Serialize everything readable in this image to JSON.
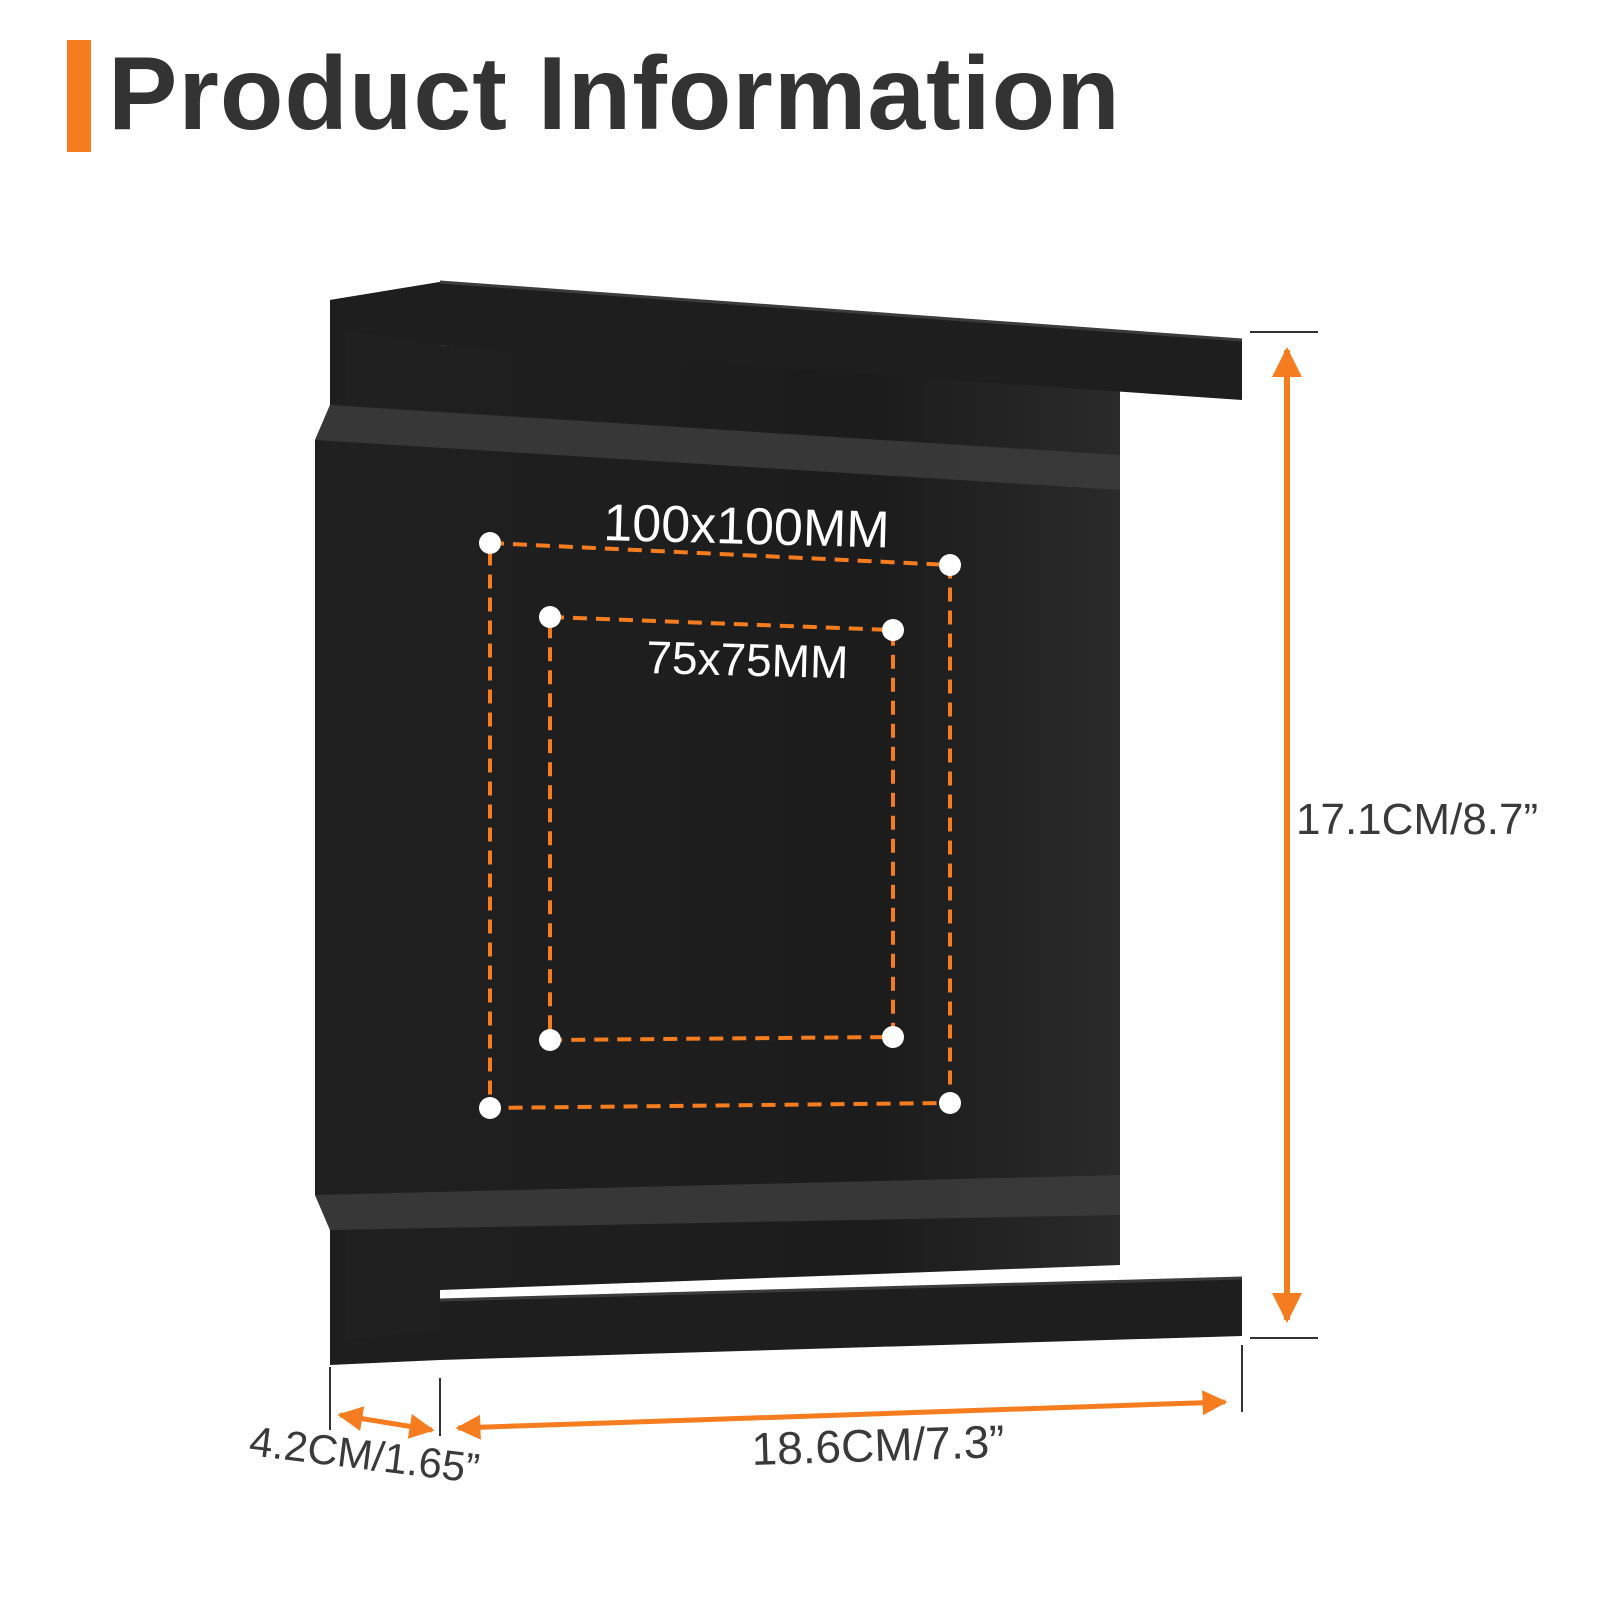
{
  "header": {
    "title": "Product Information",
    "accent_color": "#F57C1F"
  },
  "product": {
    "body_color": "#1E1E1E",
    "edge_color": "#3C3C3C"
  },
  "vesa": {
    "large_label": "100x100MM",
    "small_label": "75x75MM",
    "guide_color": "#F57C1F",
    "hole_color": "#FFFFFF"
  },
  "dimensions": {
    "height_label": "17.1CM/8.7”",
    "width_label": "18.6CM/7.3”",
    "depth_label": "4.2CM/1.65”",
    "arrow_color": "#F57C1F",
    "text_color": "#3A3A3A"
  }
}
